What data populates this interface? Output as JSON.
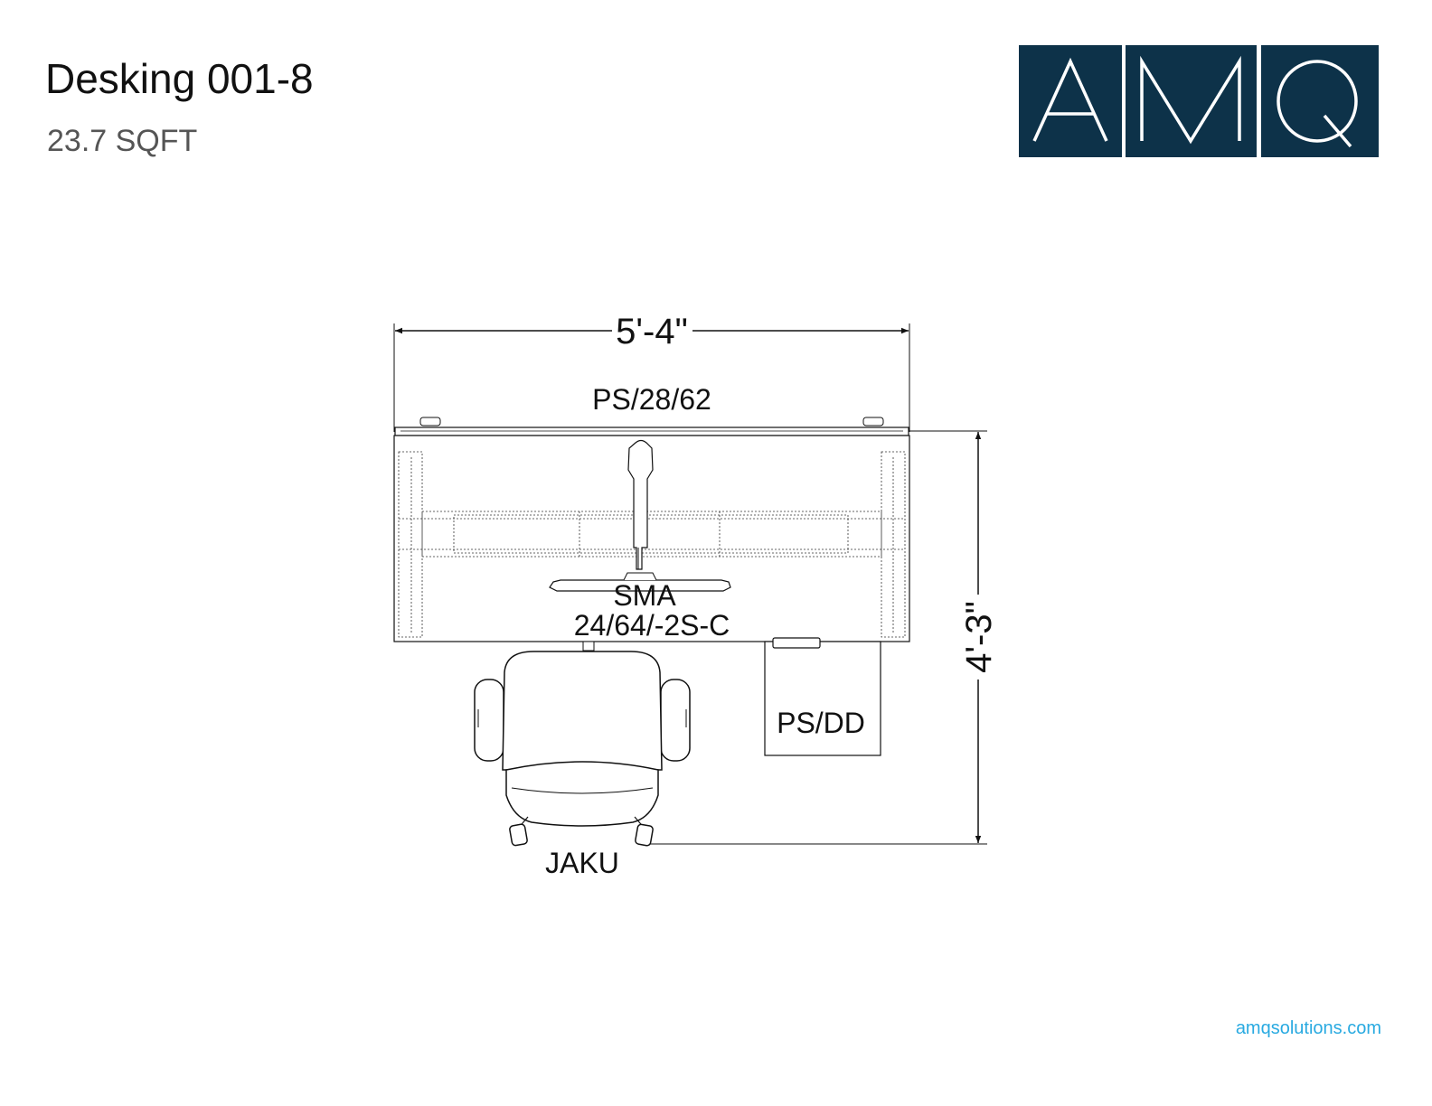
{
  "header": {
    "title": "Desking 001-8",
    "subtitle": "23.7 SQFT"
  },
  "logo": {
    "letters": [
      "A",
      "M",
      "Q"
    ],
    "background": "#0d3249",
    "letter_color": "#ffffff"
  },
  "plan": {
    "width_dimension": "5'-4\"",
    "depth_dimension": "4'-3\"",
    "screen_label": "PS/28/62",
    "monitor_arm_label_line1": "SMA",
    "monitor_arm_label_line2": "24/64/-2S-C",
    "drawer_label": "PS/DD",
    "chair_label": "JAKU"
  },
  "footer": {
    "website": "amqsolutions.com"
  }
}
